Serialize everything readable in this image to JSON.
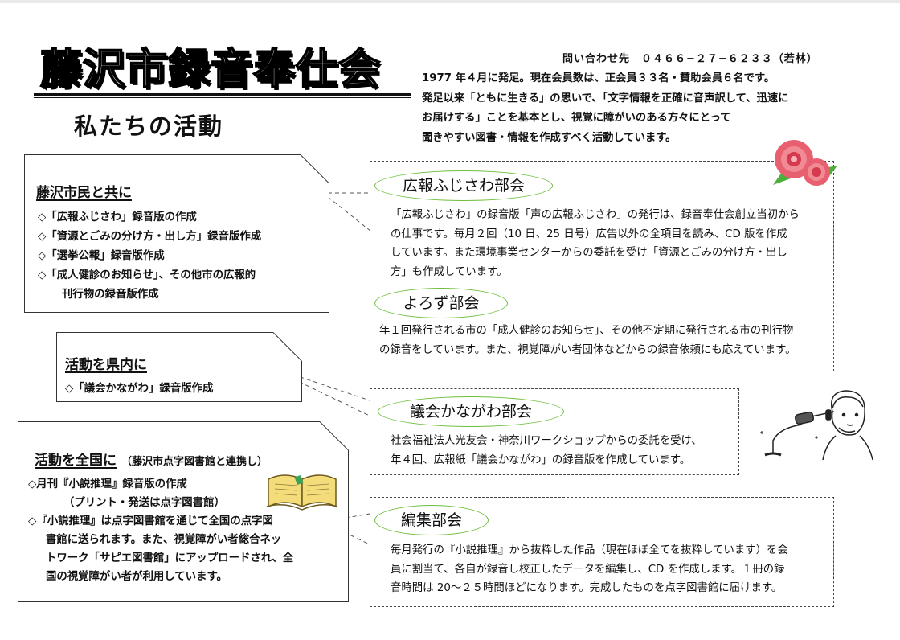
{
  "header": {
    "title": "藤沢市録音奉仕会",
    "subtitle": "私たちの活動",
    "contact": "問い合わせ先　０４６６−２７−６２３３（若林）",
    "intro_lines": [
      "1977 年４月に発足。現在会員数は、正会員３３名・賛助会員６名です。",
      "発足以来「ともに生きる」の思いで、「文字情報を正確に音声訳して、迅速に",
      "お届けする」ことを基本とし、視覚に障がいのある方々にとって",
      "聞きやすい図書・情報を作成すべく活動しています。"
    ]
  },
  "left": {
    "box1": {
      "heading": "藤沢市民と共に",
      "items": [
        "◇「広報ふじさわ」録音版の作成",
        "◇「資源とごみの分け方・出し方」録音版作成",
        "◇「選挙公報」録音版作成",
        "◇「成人健診のお知らせ」、その他市の広報的",
        "刊行物の録音版作成"
      ]
    },
    "box2": {
      "heading": "活動を県内に",
      "items": [
        "◇「議会かながわ」録音版作成"
      ]
    },
    "box3": {
      "heading": "活動を全国に",
      "heading_note": "（藤沢市点字図書館と連携し）",
      "items": [
        "◇月刊『小説推理』録音版の作成",
        "（プリント・発送は点字図書館）",
        "◇『小説推理』は点字図書館を通じて全国の点字図",
        "書館に送られます。また、視覚障がい者総合ネッ",
        "トワーク「サピエ図書館」にアップロードされ、全",
        "国の視覚障がい者が利用しています。"
      ]
    }
  },
  "right": {
    "koho": {
      "title": "広報ふじさわ部会",
      "lines": [
        "「広報ふじさわ」の録音版「声の広報ふじさわ」の発行は、録音奉仕会創立当初から",
        "の仕事です。毎月２回（10 日、25 日号）広告以外の全項目を読み、CD 版を作成",
        "しています。また環境事業センターからの委託を受け「資源とごみの分け方・出し",
        "方」も作成しています。"
      ]
    },
    "yorozu": {
      "title": "よろず部会",
      "lines": [
        "年１回発行される市の「成人健診のお知らせ」、その他不定期に発行される市の刊行物",
        "の録音をしています。また、視覚障がい者団体などからの録音依頼にも応えています。"
      ]
    },
    "gikai": {
      "title": "議会かながわ部会",
      "lines": [
        "社会福祉法人光友会・神奈川ワークショップからの委託を受け、",
        "年４回、広報紙「議会かながわ」の録音版を作成しています。"
      ]
    },
    "henshu": {
      "title": "編集部会",
      "lines": [
        "毎月発行の『小説推理』から抜粋した作品（現在ほぼ全てを抜粋しています）を会",
        "員に割当て、各自が録音し校正したデータを編集し、CD を作成します。１冊の録",
        "音時間は 20〜２５時間ほどになります。完成したものを点字図書館に届けます。"
      ]
    }
  },
  "colors": {
    "pill_border": "#6cbf3a",
    "rose": "#e4566b",
    "leaf": "#4caf3a",
    "book": "#f0d070"
  },
  "icons": {
    "rose": "rose-illustration",
    "reader": "reader-with-microphone-illustration",
    "book": "open-book-illustration"
  }
}
